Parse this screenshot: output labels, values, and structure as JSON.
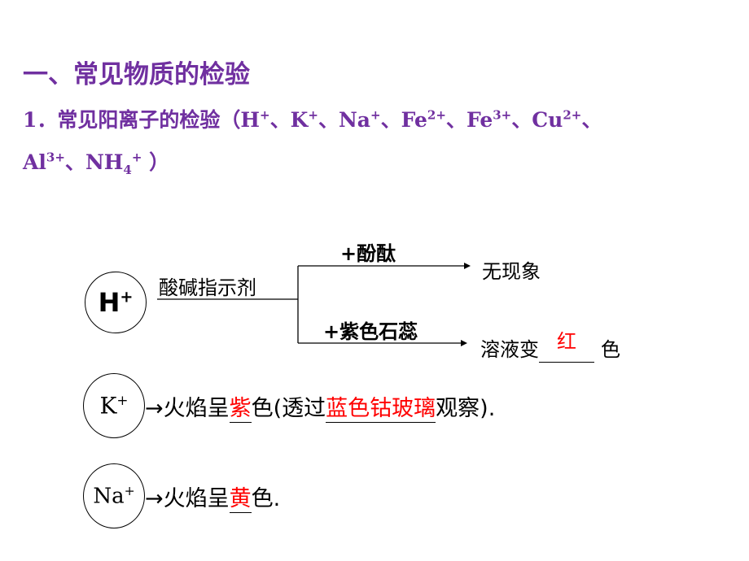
{
  "title": "一、常见物质的检验",
  "subtitle": {
    "prefix": "1．常见阳离子的检验（",
    "ions": [
      {
        "base": "H",
        "sup": "+",
        "sep": "、"
      },
      {
        "base": "K",
        "sup": "+",
        "sep": "、"
      },
      {
        "base": "Na",
        "sup": "+",
        "sep": "、"
      },
      {
        "base": "Fe",
        "sup": "2+",
        "sep": "、"
      },
      {
        "base": "Fe",
        "sup": "3+",
        "sep": "、"
      },
      {
        "base": "Cu",
        "sup": "2+",
        "sep": "、"
      }
    ],
    "line2_ion1": {
      "base": "Al",
      "sup": "3+",
      "sep": "、"
    },
    "line2_ion2": {
      "base": "NH",
      "sub": "4",
      "sup": "+"
    },
    "suffix": " ）"
  },
  "h_test": {
    "ion": "H",
    "ion_sup": "+",
    "reagent": "酸碱指示剂",
    "branch1_label": "+酚酞",
    "branch1_result": "无现象",
    "branch2_label": "+紫色石蕊",
    "branch2_prefix": "溶液变",
    "branch2_answer": "红",
    "branch2_suffix": "色"
  },
  "k_test": {
    "ion": "K",
    "ion_sup": "+",
    "arrow": "→",
    "prefix": "火焰呈",
    "answer1": "紫",
    "middle": "色(透过",
    "answer2": "蓝色钴玻璃",
    "suffix": "观察)."
  },
  "na_test": {
    "ion": "Na",
    "ion_sup": "+",
    "arrow": "→",
    "prefix": "火焰呈",
    "answer": "黄",
    "suffix": "色."
  },
  "colors": {
    "heading": "#7030a0",
    "answer": "#ff0000"
  }
}
